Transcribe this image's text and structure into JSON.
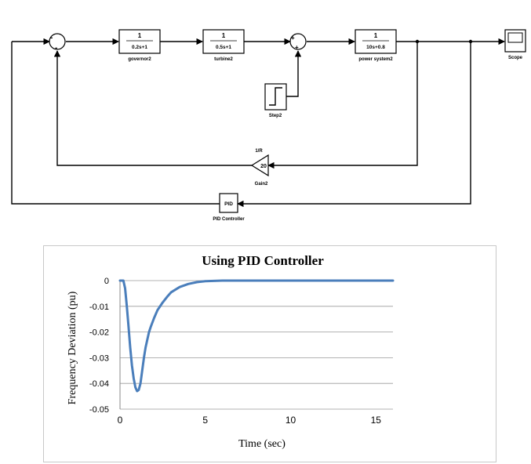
{
  "diagram": {
    "blocks": {
      "governor": {
        "num": "1",
        "den": "0.2s+1",
        "caption": "governor2"
      },
      "turbine": {
        "num": "1",
        "den": "0.5s+1",
        "caption": "turbine2"
      },
      "power_system": {
        "num": "1",
        "den": "10s+0.8",
        "caption": "power system2"
      },
      "scope": {
        "caption": "Scope"
      },
      "step": {
        "caption": "Step2"
      },
      "gain": {
        "value": "20",
        "label": "1/R",
        "caption": "Gain2"
      },
      "pid": {
        "label": "PID",
        "caption": "PID Controller"
      }
    },
    "sum1_signs": {
      "left": "-",
      "bottom": "-"
    },
    "sum2_signs": {
      "left": "+",
      "bottom": "+"
    }
  },
  "chart_data": {
    "type": "line",
    "title": "Using PID Controller",
    "xlabel": "Time (sec)",
    "ylabel": "Frequency Deviation (pu)",
    "xlim": [
      0,
      16
    ],
    "ylim": [
      -0.05,
      0
    ],
    "xticks": [
      "0",
      "5",
      "10",
      "15"
    ],
    "yticks": [
      "0",
      "-0.01",
      "-0.02",
      "-0.03",
      "-0.04",
      "-0.05"
    ],
    "grid": "horizontal",
    "series_color": "#4a7ebb",
    "series": [
      {
        "x": [
          0,
          0.2,
          0.3,
          0.4,
          0.5,
          0.6,
          0.7,
          0.8,
          0.9,
          1.0,
          1.1,
          1.2,
          1.3,
          1.4,
          1.5,
          1.6,
          1.7,
          1.8,
          2.0,
          2.2,
          2.5,
          2.8,
          3.0,
          3.5,
          4.0,
          4.5,
          5.0,
          6.0,
          8.0,
          12.0,
          16.0
        ],
        "y": [
          0,
          0,
          -0.003,
          -0.01,
          -0.018,
          -0.026,
          -0.033,
          -0.038,
          -0.0415,
          -0.043,
          -0.0425,
          -0.04,
          -0.035,
          -0.03,
          -0.026,
          -0.023,
          -0.02,
          -0.018,
          -0.0145,
          -0.0115,
          -0.0085,
          -0.006,
          -0.0045,
          -0.0025,
          -0.0013,
          -0.0006,
          -0.0002,
          0,
          0,
          0,
          0
        ]
      }
    ]
  }
}
